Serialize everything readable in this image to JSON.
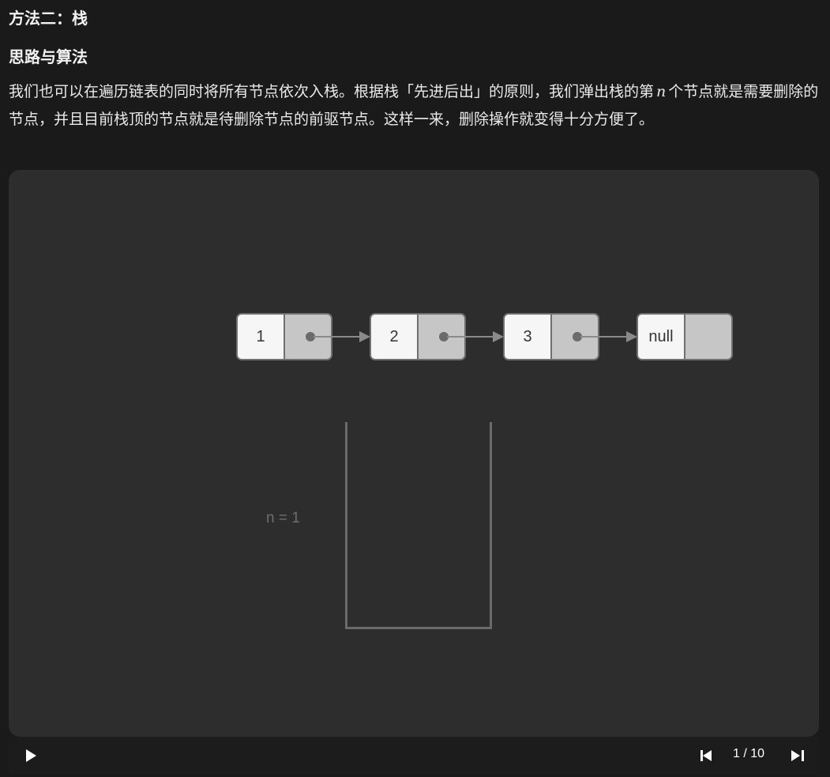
{
  "heading": "方法二：栈",
  "subheading": "思路与算法",
  "paragraph": {
    "text_before": "我们也可以在遍历链表的同时将所有节点依次入栈。根据栈「先进后出」的原则，我们弹出栈的第",
    "math_var": "n",
    "text_after": "个节点就是需要删除的节点，并且目前栈顶的节点就是待删除节点的前驱节点。这样一来，删除操作就变得十分方便了。"
  },
  "visualization": {
    "nodes": [
      "1",
      "2",
      "3",
      "null"
    ],
    "n_label": "n = 1",
    "colors": {
      "stage_bg": "#2d2d2d",
      "node_value_bg": "#f6f6f6",
      "node_pointer_bg": "#c6c6c6",
      "node_border": "#6f6f6f",
      "arrow": "#8a8a8a",
      "stack_border": "#6a6a6a",
      "label_text": "#6e6e6e"
    }
  },
  "player": {
    "play_icon": "play-icon",
    "prev_icon": "skip-previous-icon",
    "next_icon": "skip-next-icon",
    "current_step": "1",
    "total_steps": "10",
    "counter_text": "1 / 10"
  }
}
